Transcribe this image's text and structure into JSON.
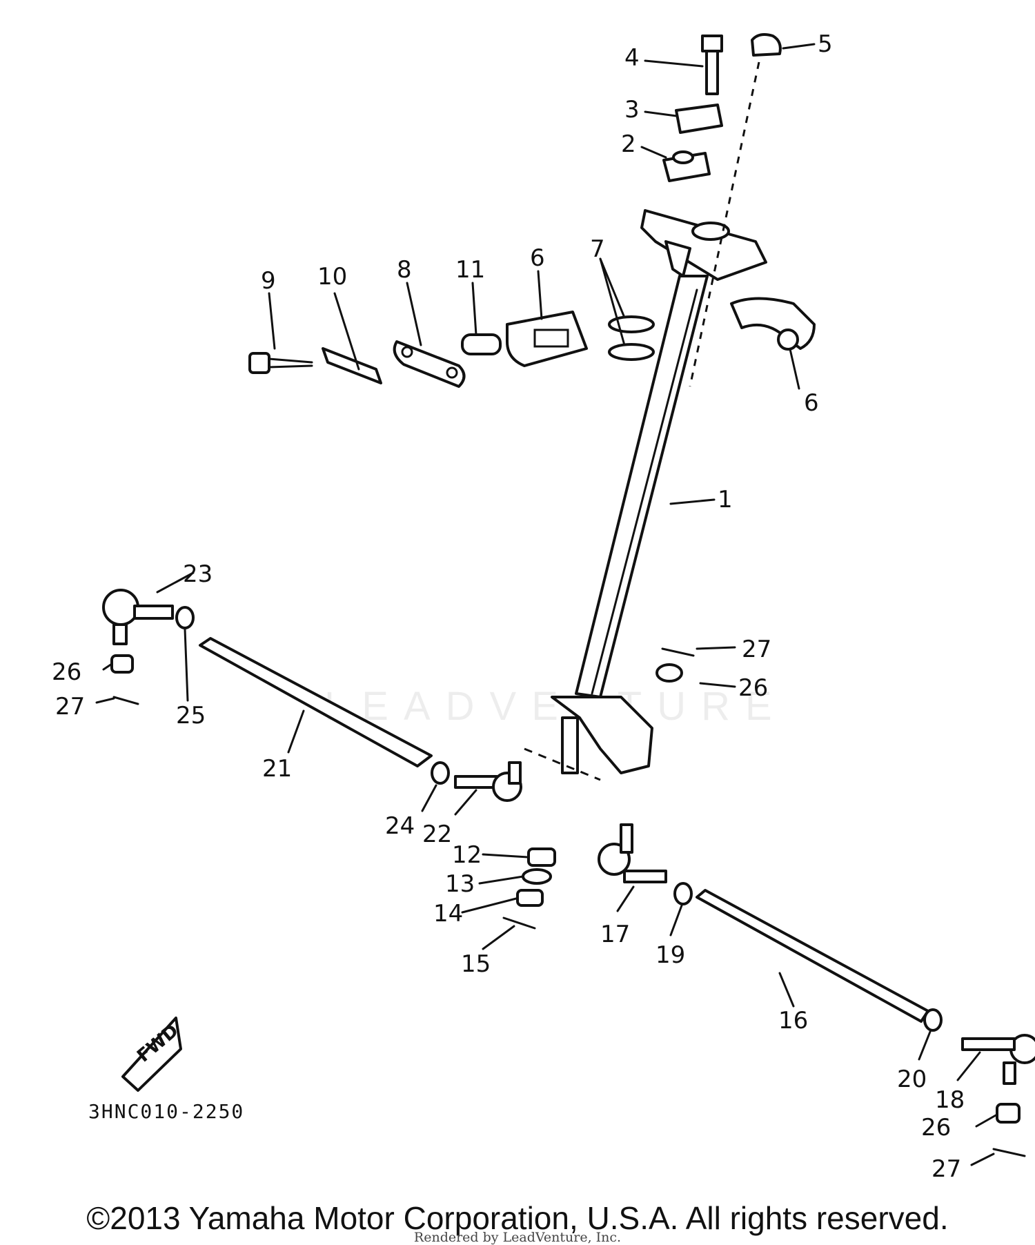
{
  "diagram_code": "3HNC010-2250",
  "fwd_label": "FWD",
  "callouts": [
    "1",
    "2",
    "3",
    "4",
    "5",
    "6",
    "6",
    "7",
    "8",
    "9",
    "10",
    "11",
    "12",
    "13",
    "14",
    "15",
    "16",
    "17",
    "18",
    "19",
    "20",
    "21",
    "22",
    "23",
    "24",
    "25",
    "26",
    "26",
    "26",
    "27",
    "27",
    "27"
  ],
  "watermark": "LEADVENTURE",
  "copyright": "©2013 Yamaha Motor Corporation, U.S.A. All rights reserved.",
  "rendered_by": "Rendered by LeadVenture, Inc.",
  "colors": {
    "line": "#111111",
    "background": "#ffffff"
  }
}
